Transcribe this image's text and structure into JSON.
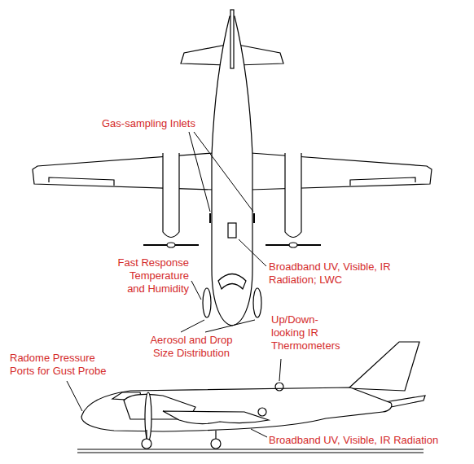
{
  "diagram": {
    "labels": [
      "Gas-sampling Inlets",
      "Fast Response Temperature and Humidity",
      "Broadband UV, Visible, IR Radiation; LWC",
      "Aerosol and Drop Size Distribution",
      "Up/Down-looking IR Thermometers",
      "Radome Pressure Ports for Gust Probe",
      "Broadband UV, Visible, IR Radiation"
    ]
  }
}
